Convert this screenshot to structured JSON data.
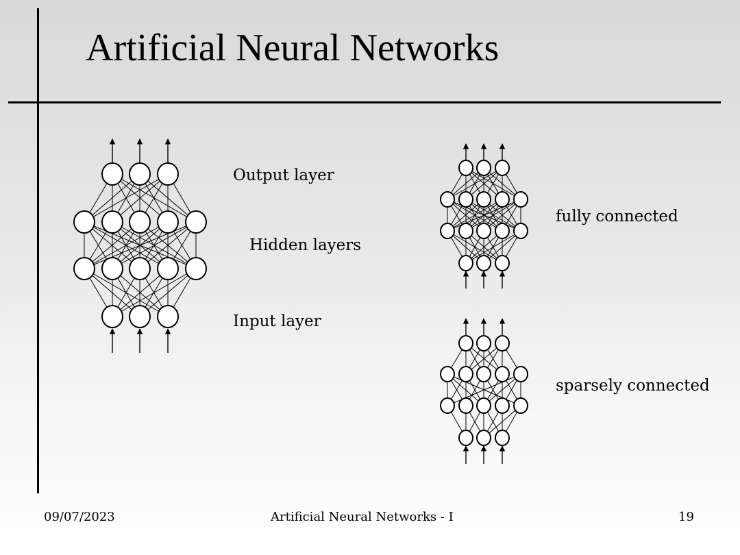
{
  "slide": {
    "title": "Artificial Neural Networks"
  },
  "main_diagram": {
    "output_label": "Output layer",
    "hidden_label": "Hidden layers",
    "input_label": "Input layer"
  },
  "variants": {
    "fully_label": "fully connected",
    "sparse_label": "sparsely connected"
  },
  "footer": {
    "date": "09/07/2023",
    "caption": "Artificial Neural Networks - I",
    "page_number": "19"
  }
}
